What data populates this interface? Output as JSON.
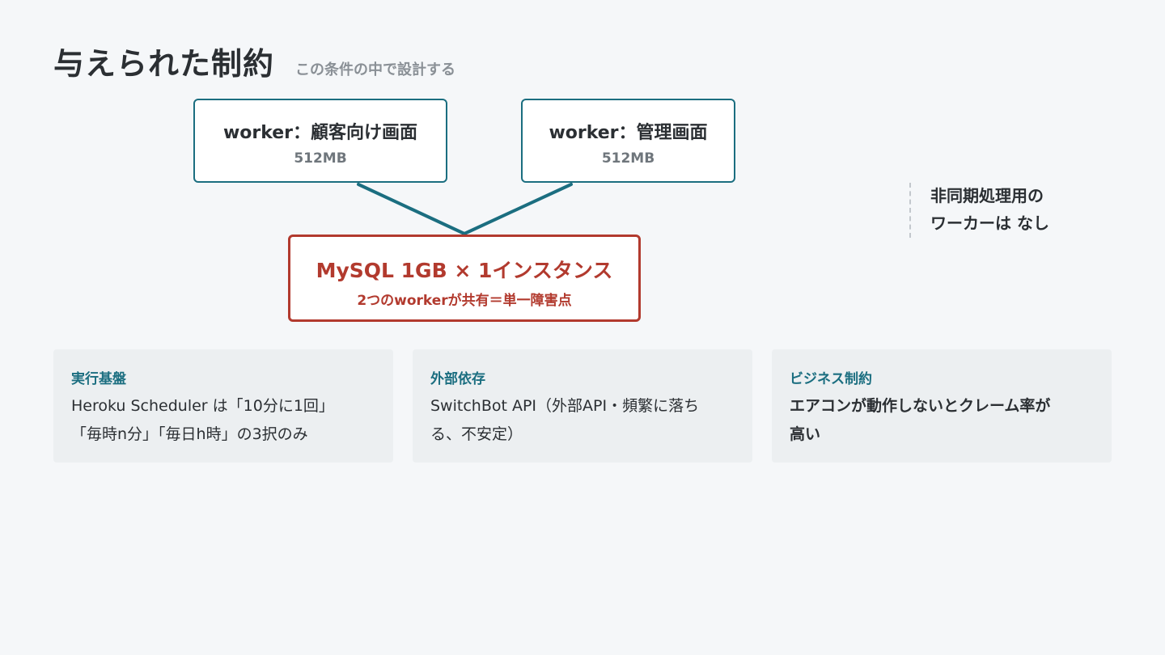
{
  "header": {
    "title": "与えられた制約",
    "subtitle": "この条件の中で設計する"
  },
  "workers": [
    {
      "title": "worker：顧客向け画面",
      "memory": "512MB"
    },
    {
      "title": "worker：管理画面",
      "memory": "512MB"
    }
  ],
  "database": {
    "title": "MySQL 1GB × 1インスタンス",
    "note": "2つのworkerが共有＝単一障害点"
  },
  "side_note": {
    "line1": "非同期処理用の",
    "line2": "ワーカーは なし"
  },
  "cards": [
    {
      "label": "実行基盤",
      "line1": "Heroku Scheduler は「10分に1回」",
      "line2": "「毎時n分」「毎日h時」の3択のみ"
    },
    {
      "label": "外部依存",
      "line1": "SwitchBot API（外部API・頻繁に落ち",
      "line2": "る、不安定）"
    },
    {
      "label": "ビジネス制約",
      "line1": "エアコンが動作しないとクレーム率が",
      "line2": "高い"
    }
  ],
  "colors": {
    "accent": "#1b6e80",
    "danger": "#b23a2e",
    "background": "#f5f7f9",
    "card_background": "#eceff1"
  }
}
